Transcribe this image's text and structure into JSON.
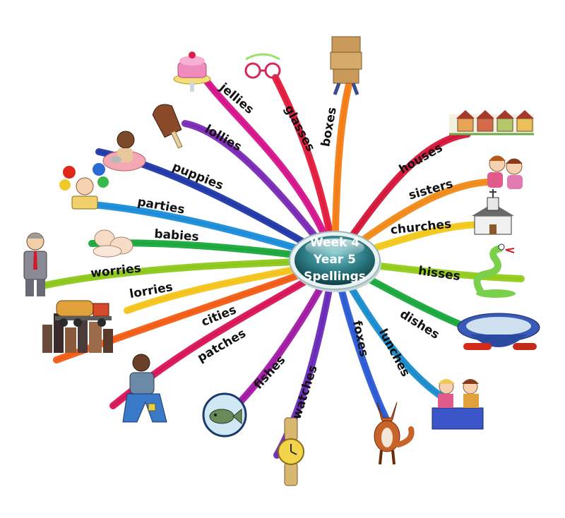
{
  "center": {
    "lines": [
      "Week 4",
      "Year 5",
      "Spellings"
    ]
  },
  "branches": [
    {
      "word": "jellies",
      "color": "#d5148c",
      "icon": "jelly-cake-icon"
    },
    {
      "word": "glasses",
      "color": "#e31b3c",
      "icon": "glasses-icon"
    },
    {
      "word": "boxes",
      "color": "#f47c14",
      "icon": "moving-boxes-icon"
    },
    {
      "word": "houses",
      "color": "#d4163a",
      "icon": "houses-icon"
    },
    {
      "word": "sisters",
      "color": "#f08a18",
      "icon": "sisters-icon"
    },
    {
      "word": "churches",
      "color": "#f2c81c",
      "icon": "church-icon"
    },
    {
      "word": "hisses",
      "color": "#92cc1a",
      "icon": "snake-icon"
    },
    {
      "word": "dishes",
      "color": "#1aa83c",
      "icon": "dish-icon"
    },
    {
      "word": "lunches",
      "color": "#1a8ccc",
      "icon": "lunch-icon"
    },
    {
      "word": "foxes",
      "color": "#2a5ad4",
      "icon": "fox-icon"
    },
    {
      "word": "watches",
      "color": "#6a2ab8",
      "icon": "watch-icon"
    },
    {
      "word": "fishes",
      "color": "#a21aa4",
      "icon": "fish-icon"
    },
    {
      "word": "patches",
      "color": "#d81458",
      "icon": "patched-jeans-icon"
    },
    {
      "word": "cities",
      "color": "#f25c14",
      "icon": "city-icon"
    },
    {
      "word": "lorries",
      "color": "#f4c41a",
      "icon": "lorry-icon"
    },
    {
      "word": "worries",
      "color": "#8cc81a",
      "icon": "worried-man-icon"
    },
    {
      "word": "babies",
      "color": "#1aa83c",
      "icon": "babies-icon"
    },
    {
      "word": "parties",
      "color": "#1a8cd8",
      "icon": "party-icon"
    },
    {
      "word": "puppies",
      "color": "#2038a8",
      "icon": "puppy-icon"
    },
    {
      "word": "lollies",
      "color": "#7a2ab4",
      "icon": "lolly-icon"
    }
  ]
}
